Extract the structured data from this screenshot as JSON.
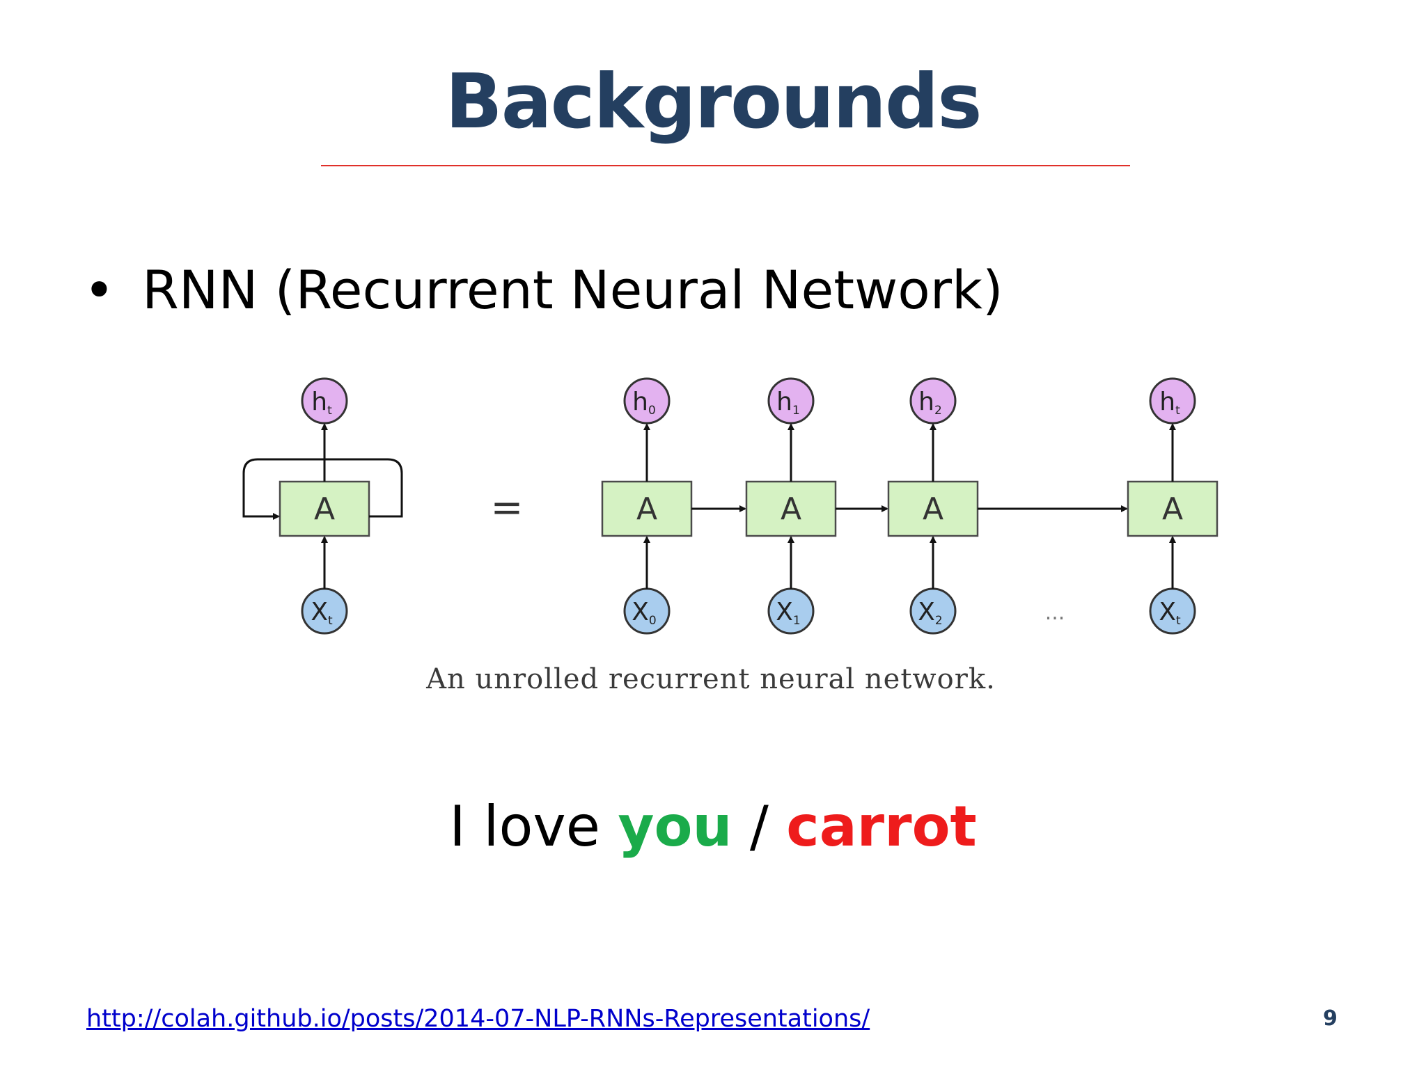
{
  "slide": {
    "title": "Backgrounds",
    "bullet": {
      "symbol": "•",
      "text": "RNN (Recurrent Neural Network)"
    },
    "sentence": {
      "prefix": "I love ",
      "word_correct": "you",
      "separator": " / ",
      "word_wrong": "carrot"
    },
    "source_link": "http://colah.github.io/posts/2014-07-NLP-RNNs-Representations/",
    "page_number": "9",
    "colors": {
      "title": "#243f60",
      "rule": "#e0302a",
      "word_correct": "#1aab4a",
      "word_wrong": "#ee1c1c",
      "link": "#0000cc"
    }
  },
  "diagram": {
    "caption": "An unrolled recurrent neural network.",
    "equals_sign": "=",
    "ellipsis": "...",
    "rolled": {
      "cell_label": "A",
      "output": {
        "base": "h",
        "sub": "t"
      },
      "input": {
        "base": "X",
        "sub": "t"
      }
    },
    "unrolled_steps": [
      {
        "cell_label": "A",
        "output": {
          "base": "h",
          "sub": "0"
        },
        "input": {
          "base": "X",
          "sub": "0"
        }
      },
      {
        "cell_label": "A",
        "output": {
          "base": "h",
          "sub": "1"
        },
        "input": {
          "base": "X",
          "sub": "1"
        }
      },
      {
        "cell_label": "A",
        "output": {
          "base": "h",
          "sub": "2"
        },
        "input": {
          "base": "X",
          "sub": "2"
        }
      },
      {
        "cell_label": "A",
        "output": {
          "base": "h",
          "sub": "t"
        },
        "input": {
          "base": "X",
          "sub": "t"
        }
      }
    ],
    "colors": {
      "cell_fill": "#d5f2c3",
      "cell_stroke": "#4a4a4a",
      "output_fill": "#e3b2f0",
      "input_fill": "#a9cdee",
      "node_stroke": "#333333",
      "arrow": "#111111"
    }
  }
}
